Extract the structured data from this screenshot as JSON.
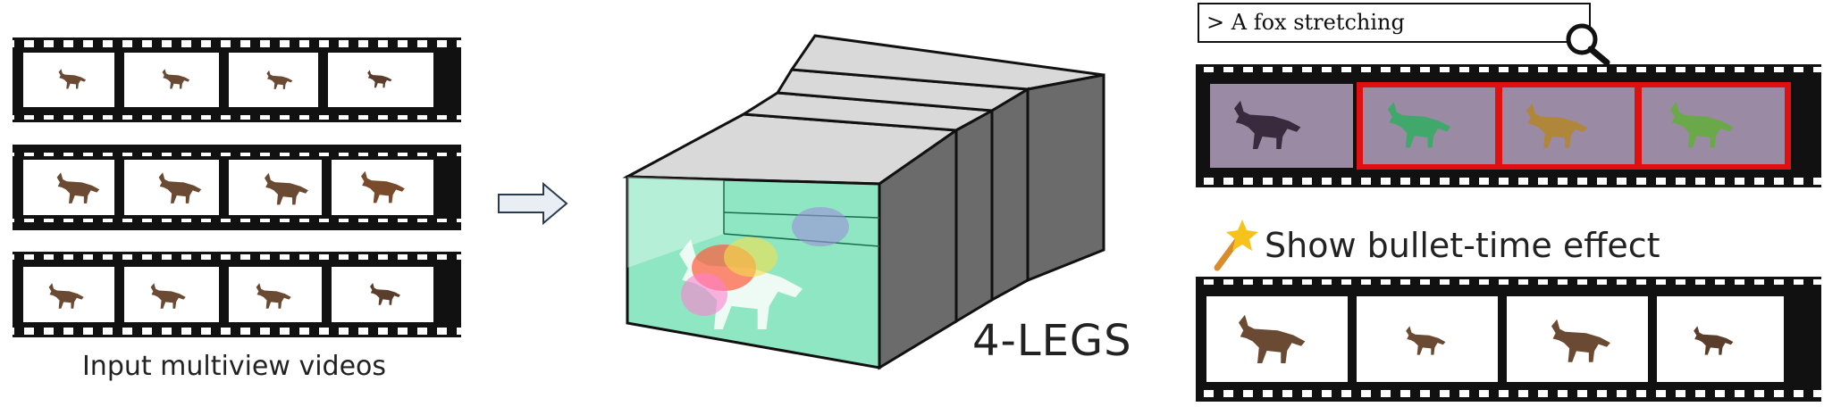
{
  "input": {
    "caption": "Input multiview videos",
    "strips": [
      {
        "frames": [
          "fox-sitting",
          "fox-sitting",
          "fox-sitting",
          "fox-sitting"
        ]
      },
      {
        "frames": [
          "fox-side-lying",
          "fox-side-lying",
          "fox-side-lying",
          "fox-walking"
        ]
      },
      {
        "frames": [
          "fox-sitting-side",
          "fox-sitting-side",
          "fox-sitting-side",
          "fox-sitting-side"
        ]
      }
    ]
  },
  "model": {
    "name": "4-LEGS"
  },
  "query": {
    "text": "> A fox stretching",
    "icon": "search-icon"
  },
  "bullet_time": {
    "label": "Show bullet-time effect",
    "icon": "magic-wand-icon"
  },
  "colors": {
    "film": "#111111",
    "highlight": "#e01010",
    "arrow": "#e8eef4",
    "volume": "#7fe0b8",
    "box_top": "#d9d9d9",
    "box_side": "#6b6b6b",
    "query_bg": "#9a8aa3",
    "fox": "#6b4a33"
  }
}
